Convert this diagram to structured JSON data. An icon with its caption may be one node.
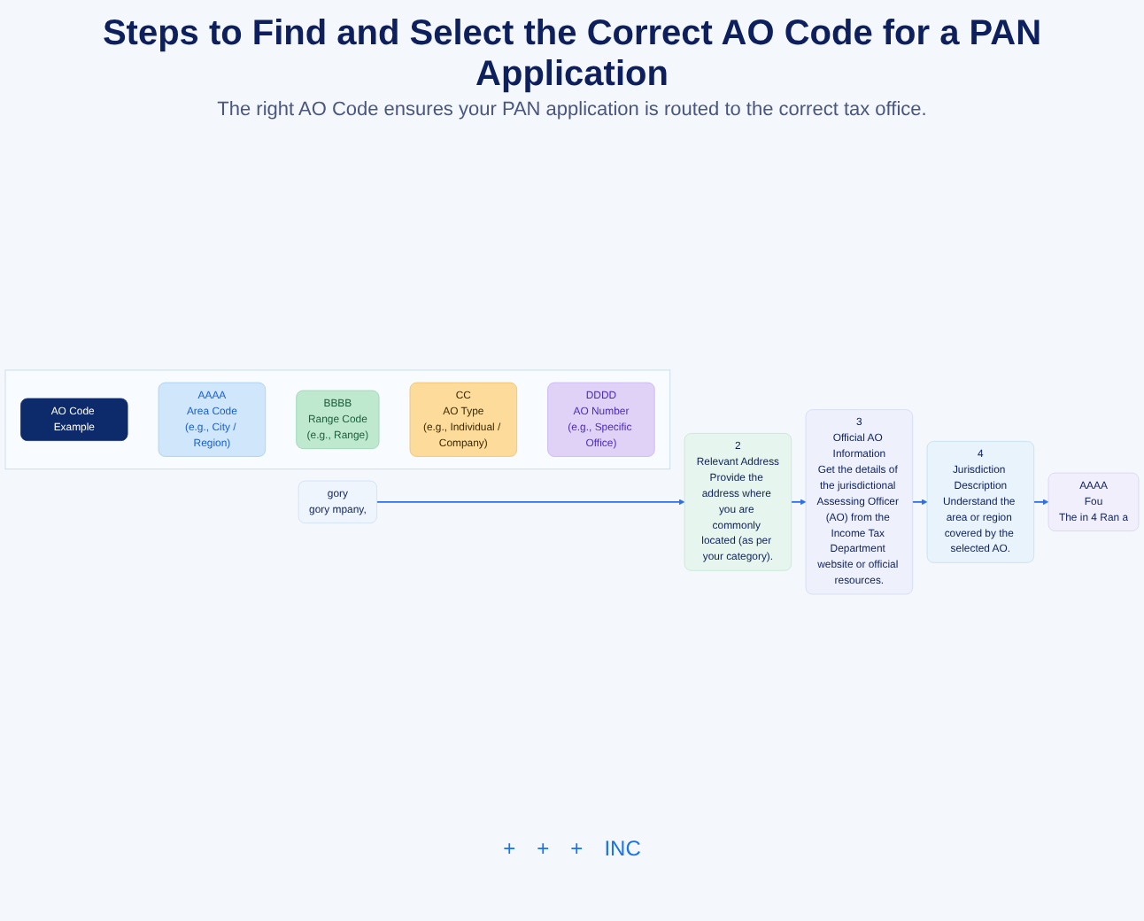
{
  "diagram": {
    "title": "Steps to Find and Select the Correct AO Code for a PAN Application",
    "nodes": [
      {
        "text": [
          "gory",
          "gory mpany,"
        ]
      },
      {
        "text": [
          "2",
          "Relevant Address",
          "Provide the address where you are commonly located (as per your category)."
        ]
      },
      {
        "text": [
          "3",
          "Official AO Information",
          "Get the details of the jurisdictional Assessing Officer (AO) from the Income Tax Department website or official resources."
        ]
      },
      {
        "text": [
          "4",
          "Jurisdiction Description",
          "Understand the area or region covered by the selected AO."
        ]
      },
      {
        "text": [
          "AAAA",
          "Fou",
          "The in 4 Ran a"
        ]
      },
      {
        "text": [],
        "shape": "box"
      },
      {
        "text": [
          "AO Code Example"
        ],
        "in": 5
      },
      {
        "text": [
          "AAAA",
          "Area Code",
          "(e.g., City / Region)"
        ],
        "in": 5
      },
      {
        "text": [
          "BBBB",
          "Range Code",
          "(e.g., Range)"
        ],
        "in": 5
      },
      {
        "text": [
          "CC",
          "AO Type",
          "(e.g., Individual / Company)"
        ],
        "in": 5
      },
      {
        "text": [
          "DDDD",
          "AO Number",
          "(e.g., Specific Office)"
        ],
        "in": 5
      }
    ],
    "edges": [
      {
        "from": 0,
        "to": 1,
        "arrow": "to"
      },
      {
        "from": 1,
        "to": 2,
        "arrow": "to"
      },
      {
        "from": 2,
        "to": 3,
        "arrow": "to"
      },
      {
        "from": 3,
        "to": 4,
        "arrow": "to"
      }
    ],
    "labels": [
      "The right AO Code ensures your PAN application is routed to the correct tax office.",
      "+",
      "+",
      "+",
      "INC"
    ]
  }
}
